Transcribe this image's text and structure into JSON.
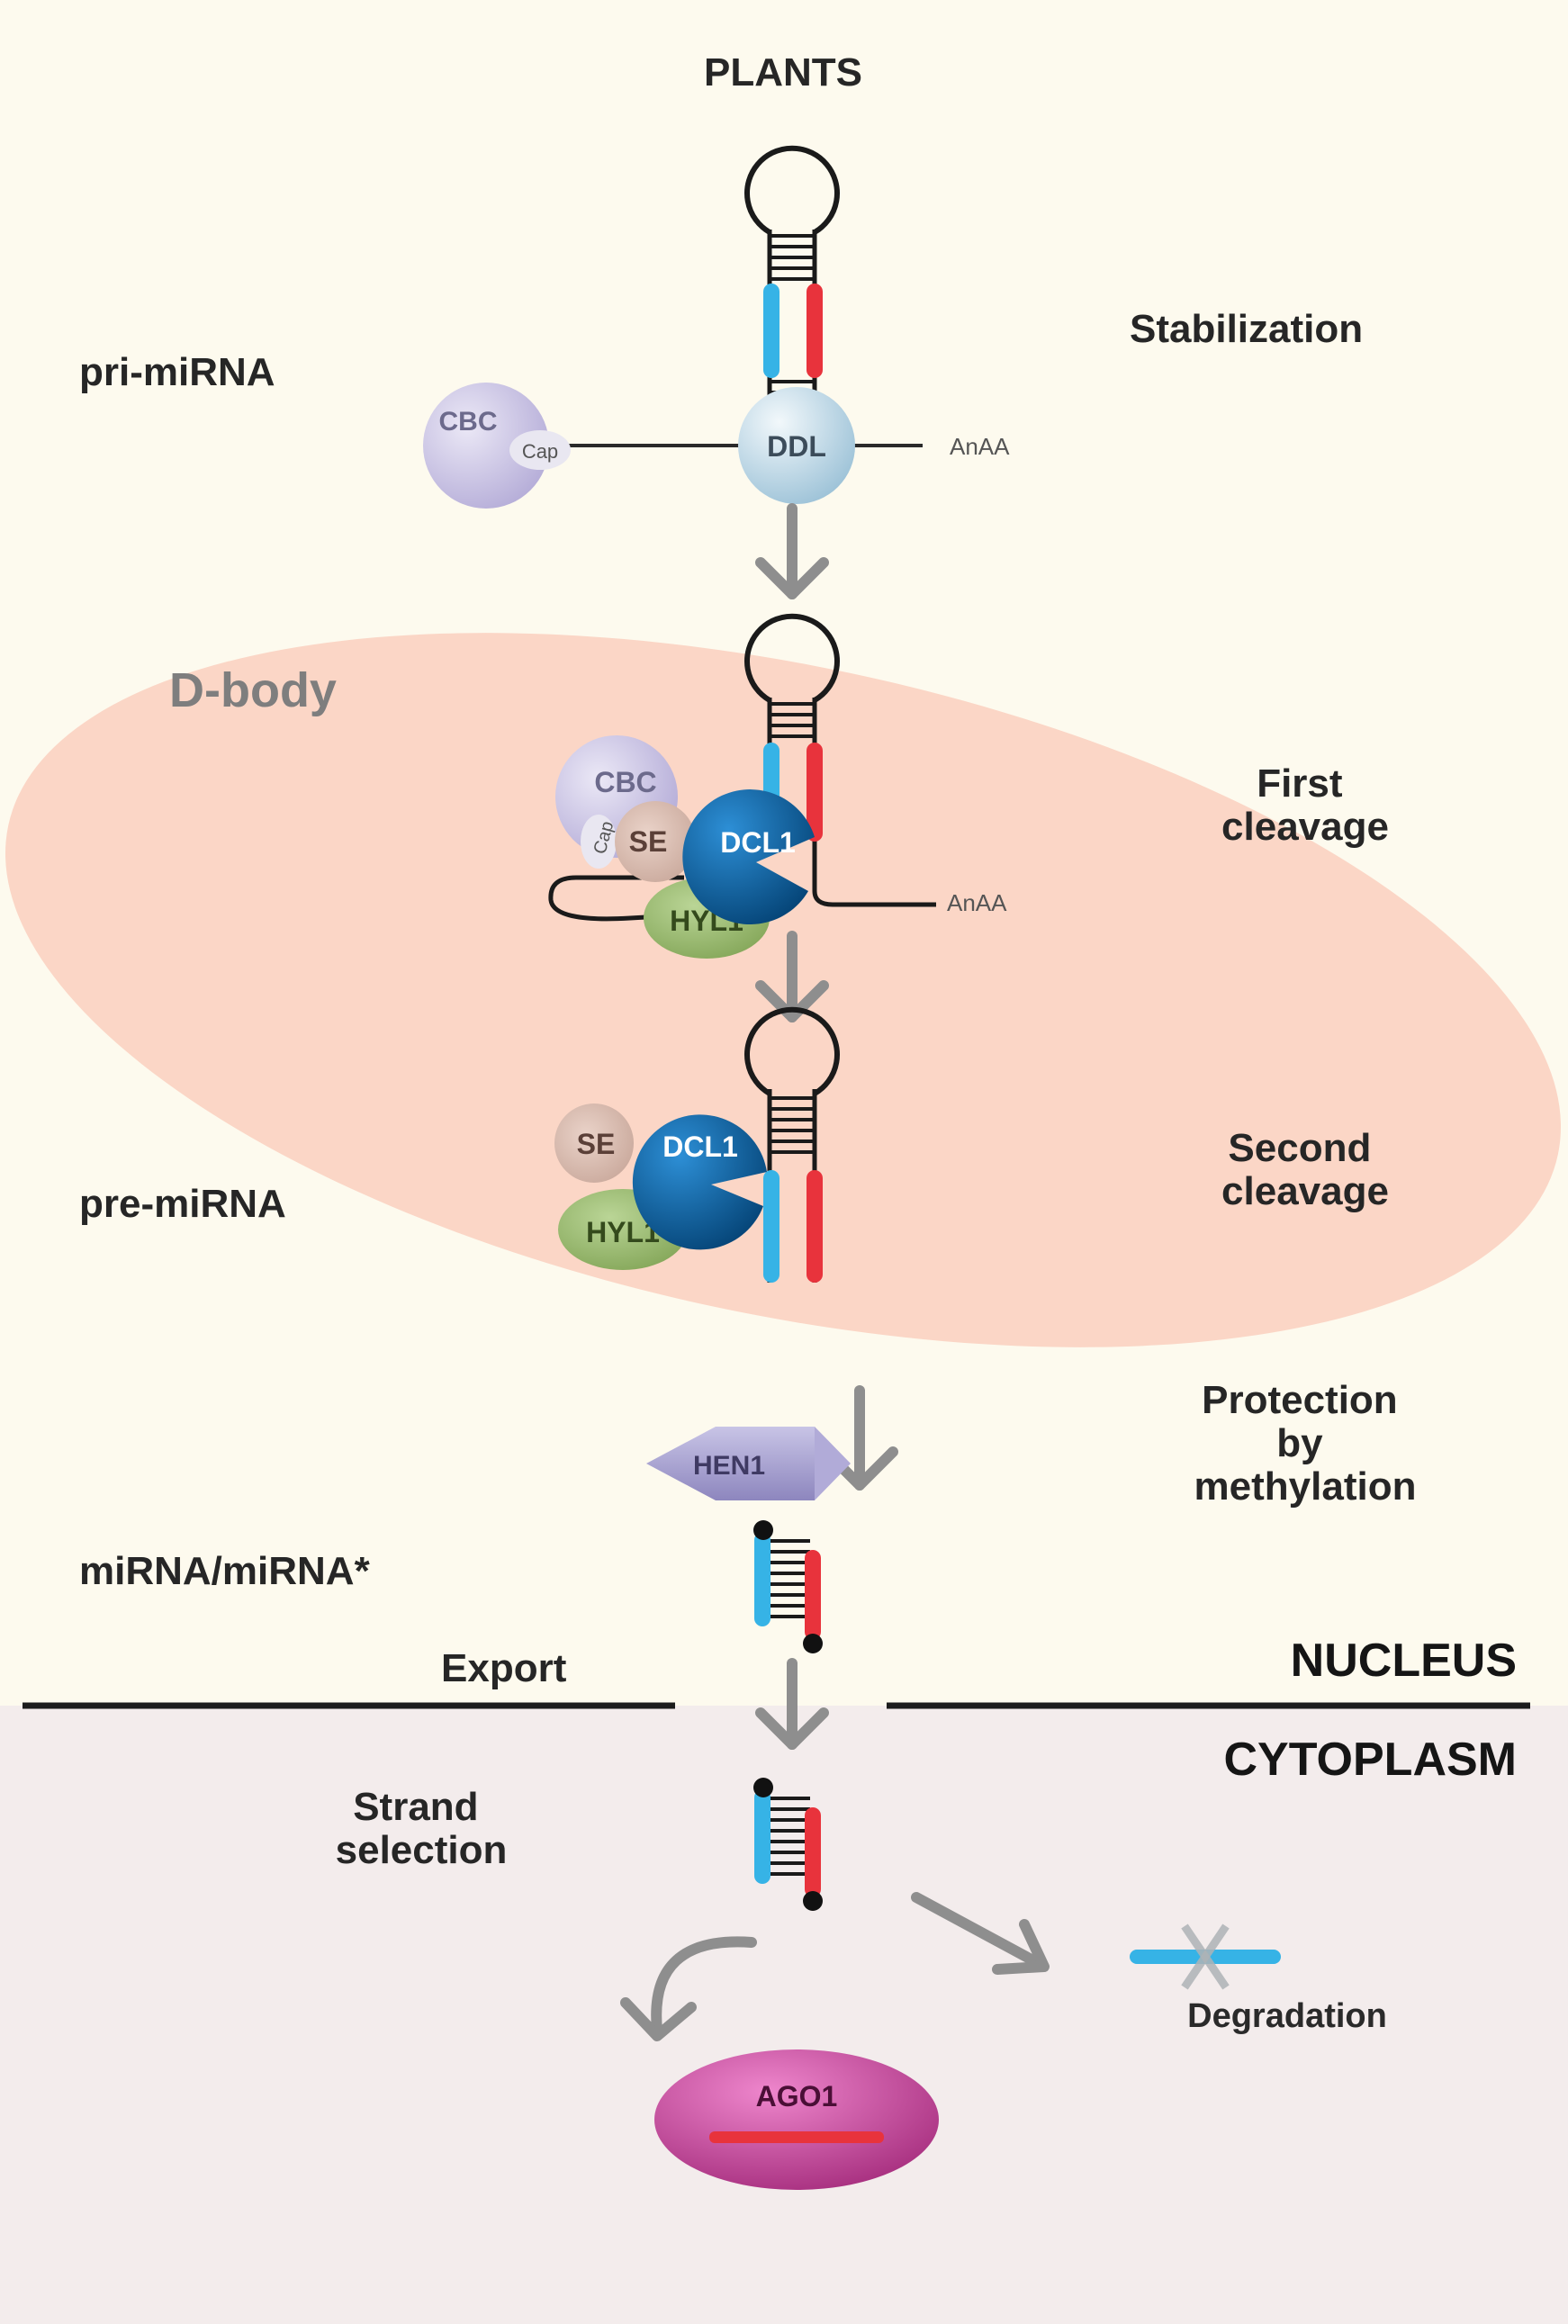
{
  "title": "PLANTS",
  "regions": {
    "dbody": "D-body",
    "nucleus": "NUCLEUS",
    "cytoplasm": "CYTOPLASM"
  },
  "steps": {
    "stabilization": "Stabilization",
    "first_cleavage": [
      "First",
      "cleavage"
    ],
    "second_cleavage": [
      "Second",
      "cleavage"
    ],
    "protection": [
      "Protection",
      "by",
      "methylation"
    ],
    "export": "Export",
    "strand_selection": [
      "Strand",
      "selection"
    ],
    "degradation": "Degradation"
  },
  "stages": {
    "pri_mirna": "pri-miRNA",
    "pre_mirna": "pre-miRNA",
    "duplex": "miRNA/miRNA*"
  },
  "proteins": {
    "cbc": "CBC",
    "cap": "Cap",
    "ddl": "DDL",
    "se": "SE",
    "dcl1": "DCL1",
    "hyl1": "HYL1",
    "hen1": "HEN1",
    "ago1": "AGO1"
  },
  "tails": {
    "polya": "AnAA"
  },
  "colors": {
    "background_nucleus": "#fdfaee",
    "background_cytoplasm": "#f3ecec",
    "dbody": "#fbd6c6",
    "mirna_strand": "#36b3e6",
    "star_strand": "#e8333c",
    "arrow": "#8e8e8e",
    "dcl1": "#0e64a8",
    "hyl1": "#9ab868",
    "cbc": "#c9c3e4",
    "ago1": "#c9449c"
  }
}
